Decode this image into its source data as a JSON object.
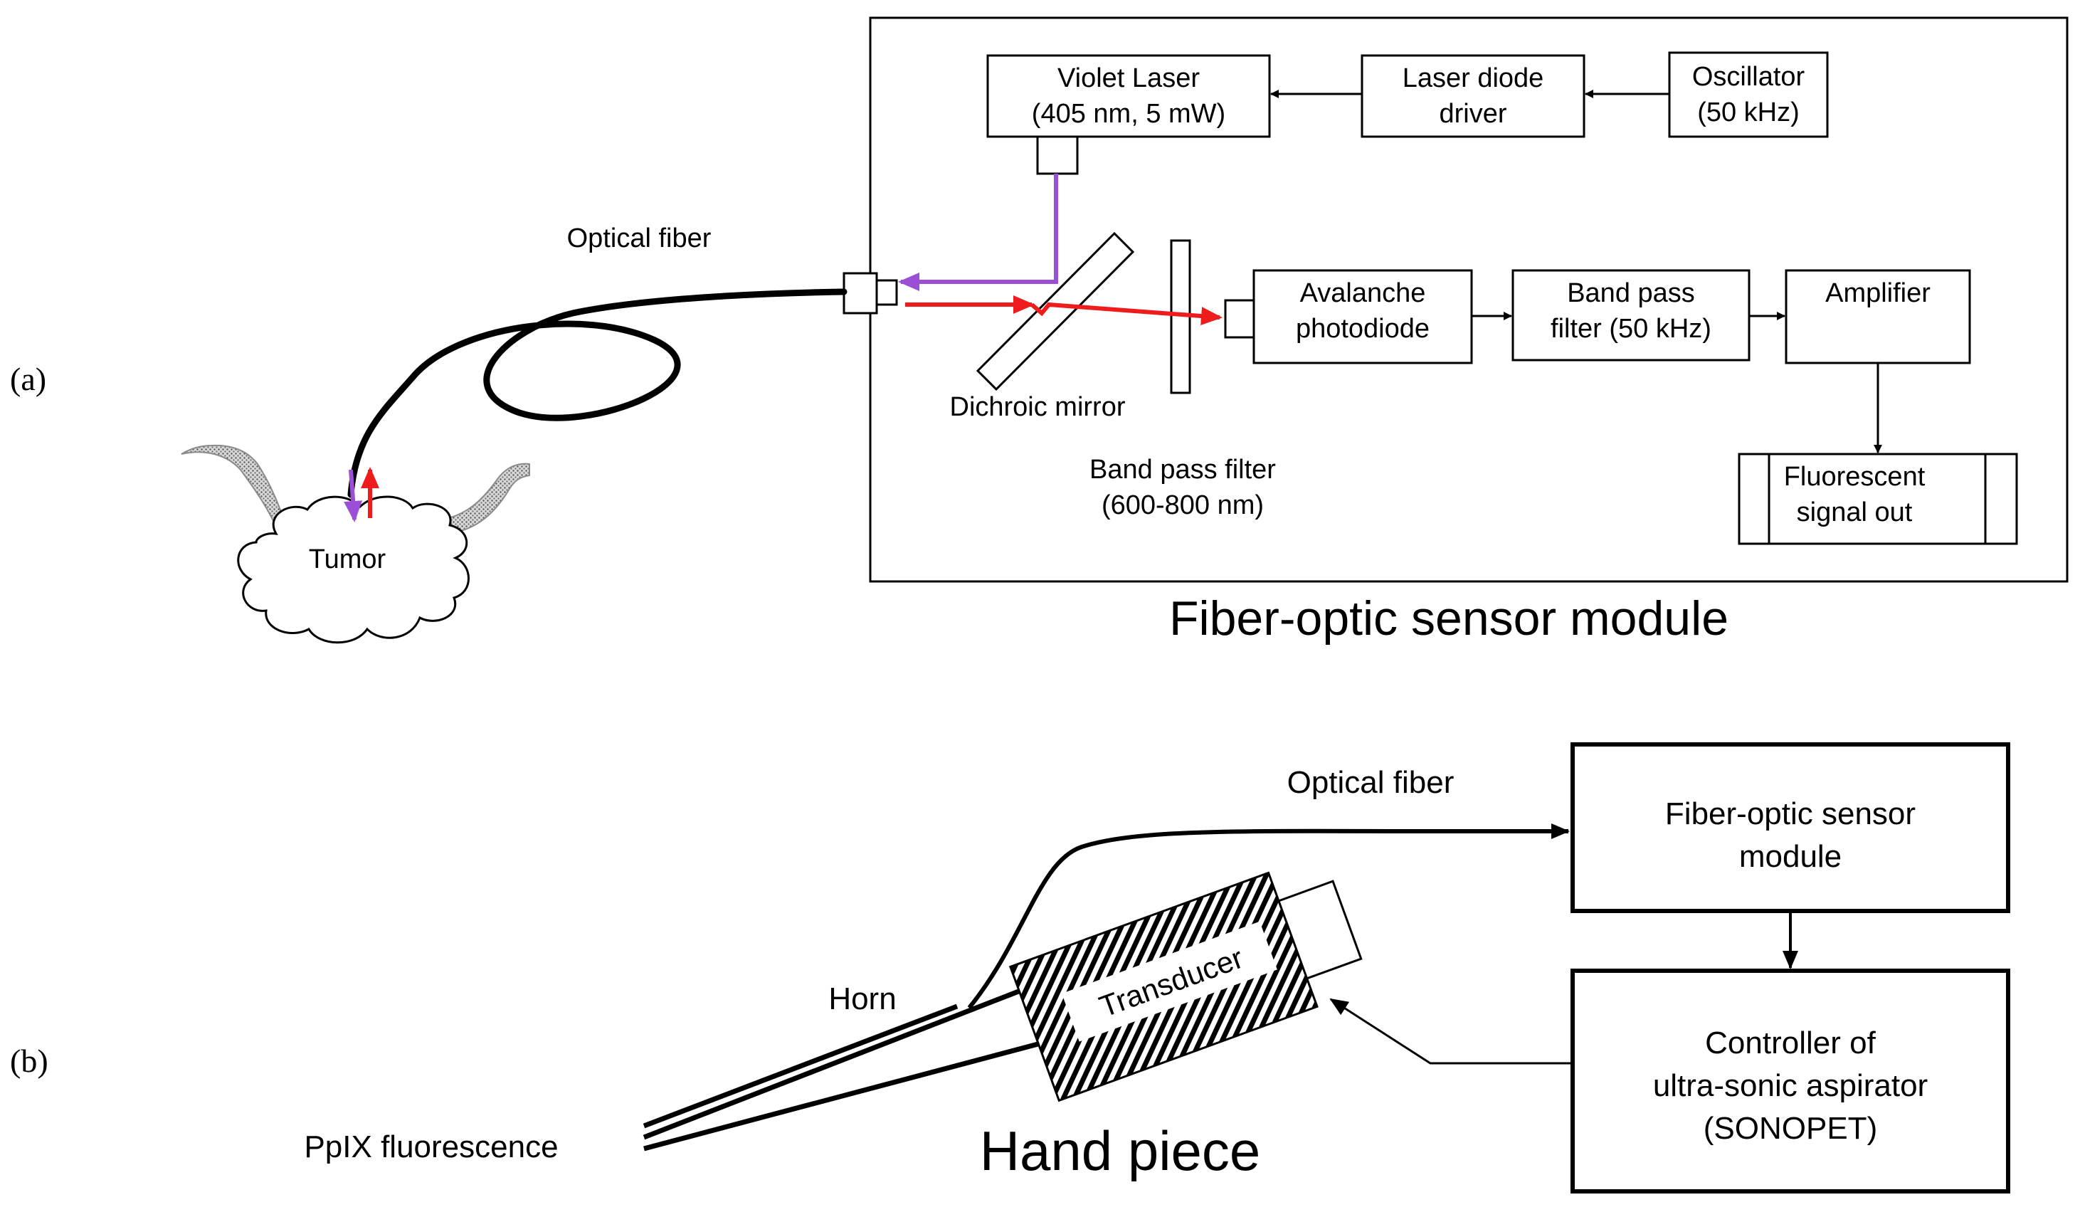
{
  "panel_labels": {
    "a": "(a)",
    "b": "(b)"
  },
  "panel_a": {
    "module_title": "Fiber-optic sensor module",
    "optical_fiber_label": "Optical fiber",
    "tumor_label": "Tumor",
    "dichroic_mirror_label": "Dichroic mirror",
    "band_pass_filter_optical": {
      "line1": "Band pass filter",
      "line2": "(600-800 nm)"
    },
    "violet_laser": {
      "line1": "Violet Laser",
      "line2": "(405 nm, 5 mW)"
    },
    "laser_diode_driver": {
      "line1": "Laser diode",
      "line2": "driver"
    },
    "oscillator": {
      "line1": "Oscillator",
      "line2": "(50 kHz)"
    },
    "avalanche_photodiode": {
      "line1": "Avalanche",
      "line2": "photodiode"
    },
    "band_pass_filter_electronic": {
      "line1": "Band pass",
      "line2": "filter (50 kHz)"
    },
    "amplifier": "Amplifier",
    "fluorescent_signal_out": {
      "line1": "Fluorescent",
      "line2": "signal out"
    }
  },
  "panel_b": {
    "optical_fiber_label": "Optical fiber",
    "sensor_module": {
      "line1": "Fiber-optic sensor",
      "line2": "module"
    },
    "controller": {
      "line1": "Controller of",
      "line2": "ultra-sonic aspirator",
      "line3": "(SONOPET)"
    },
    "transducer_label": "Transducer",
    "horn_label": "Horn",
    "ppix_label": "PpIX fluorescence",
    "hand_piece_label": "Hand piece"
  },
  "colors": {
    "excitation_violet": "#9b4fd6",
    "fluorescence_red": "#ee1c1c",
    "line_black": "#000000",
    "tissue_gray": "#9a9a9a"
  }
}
